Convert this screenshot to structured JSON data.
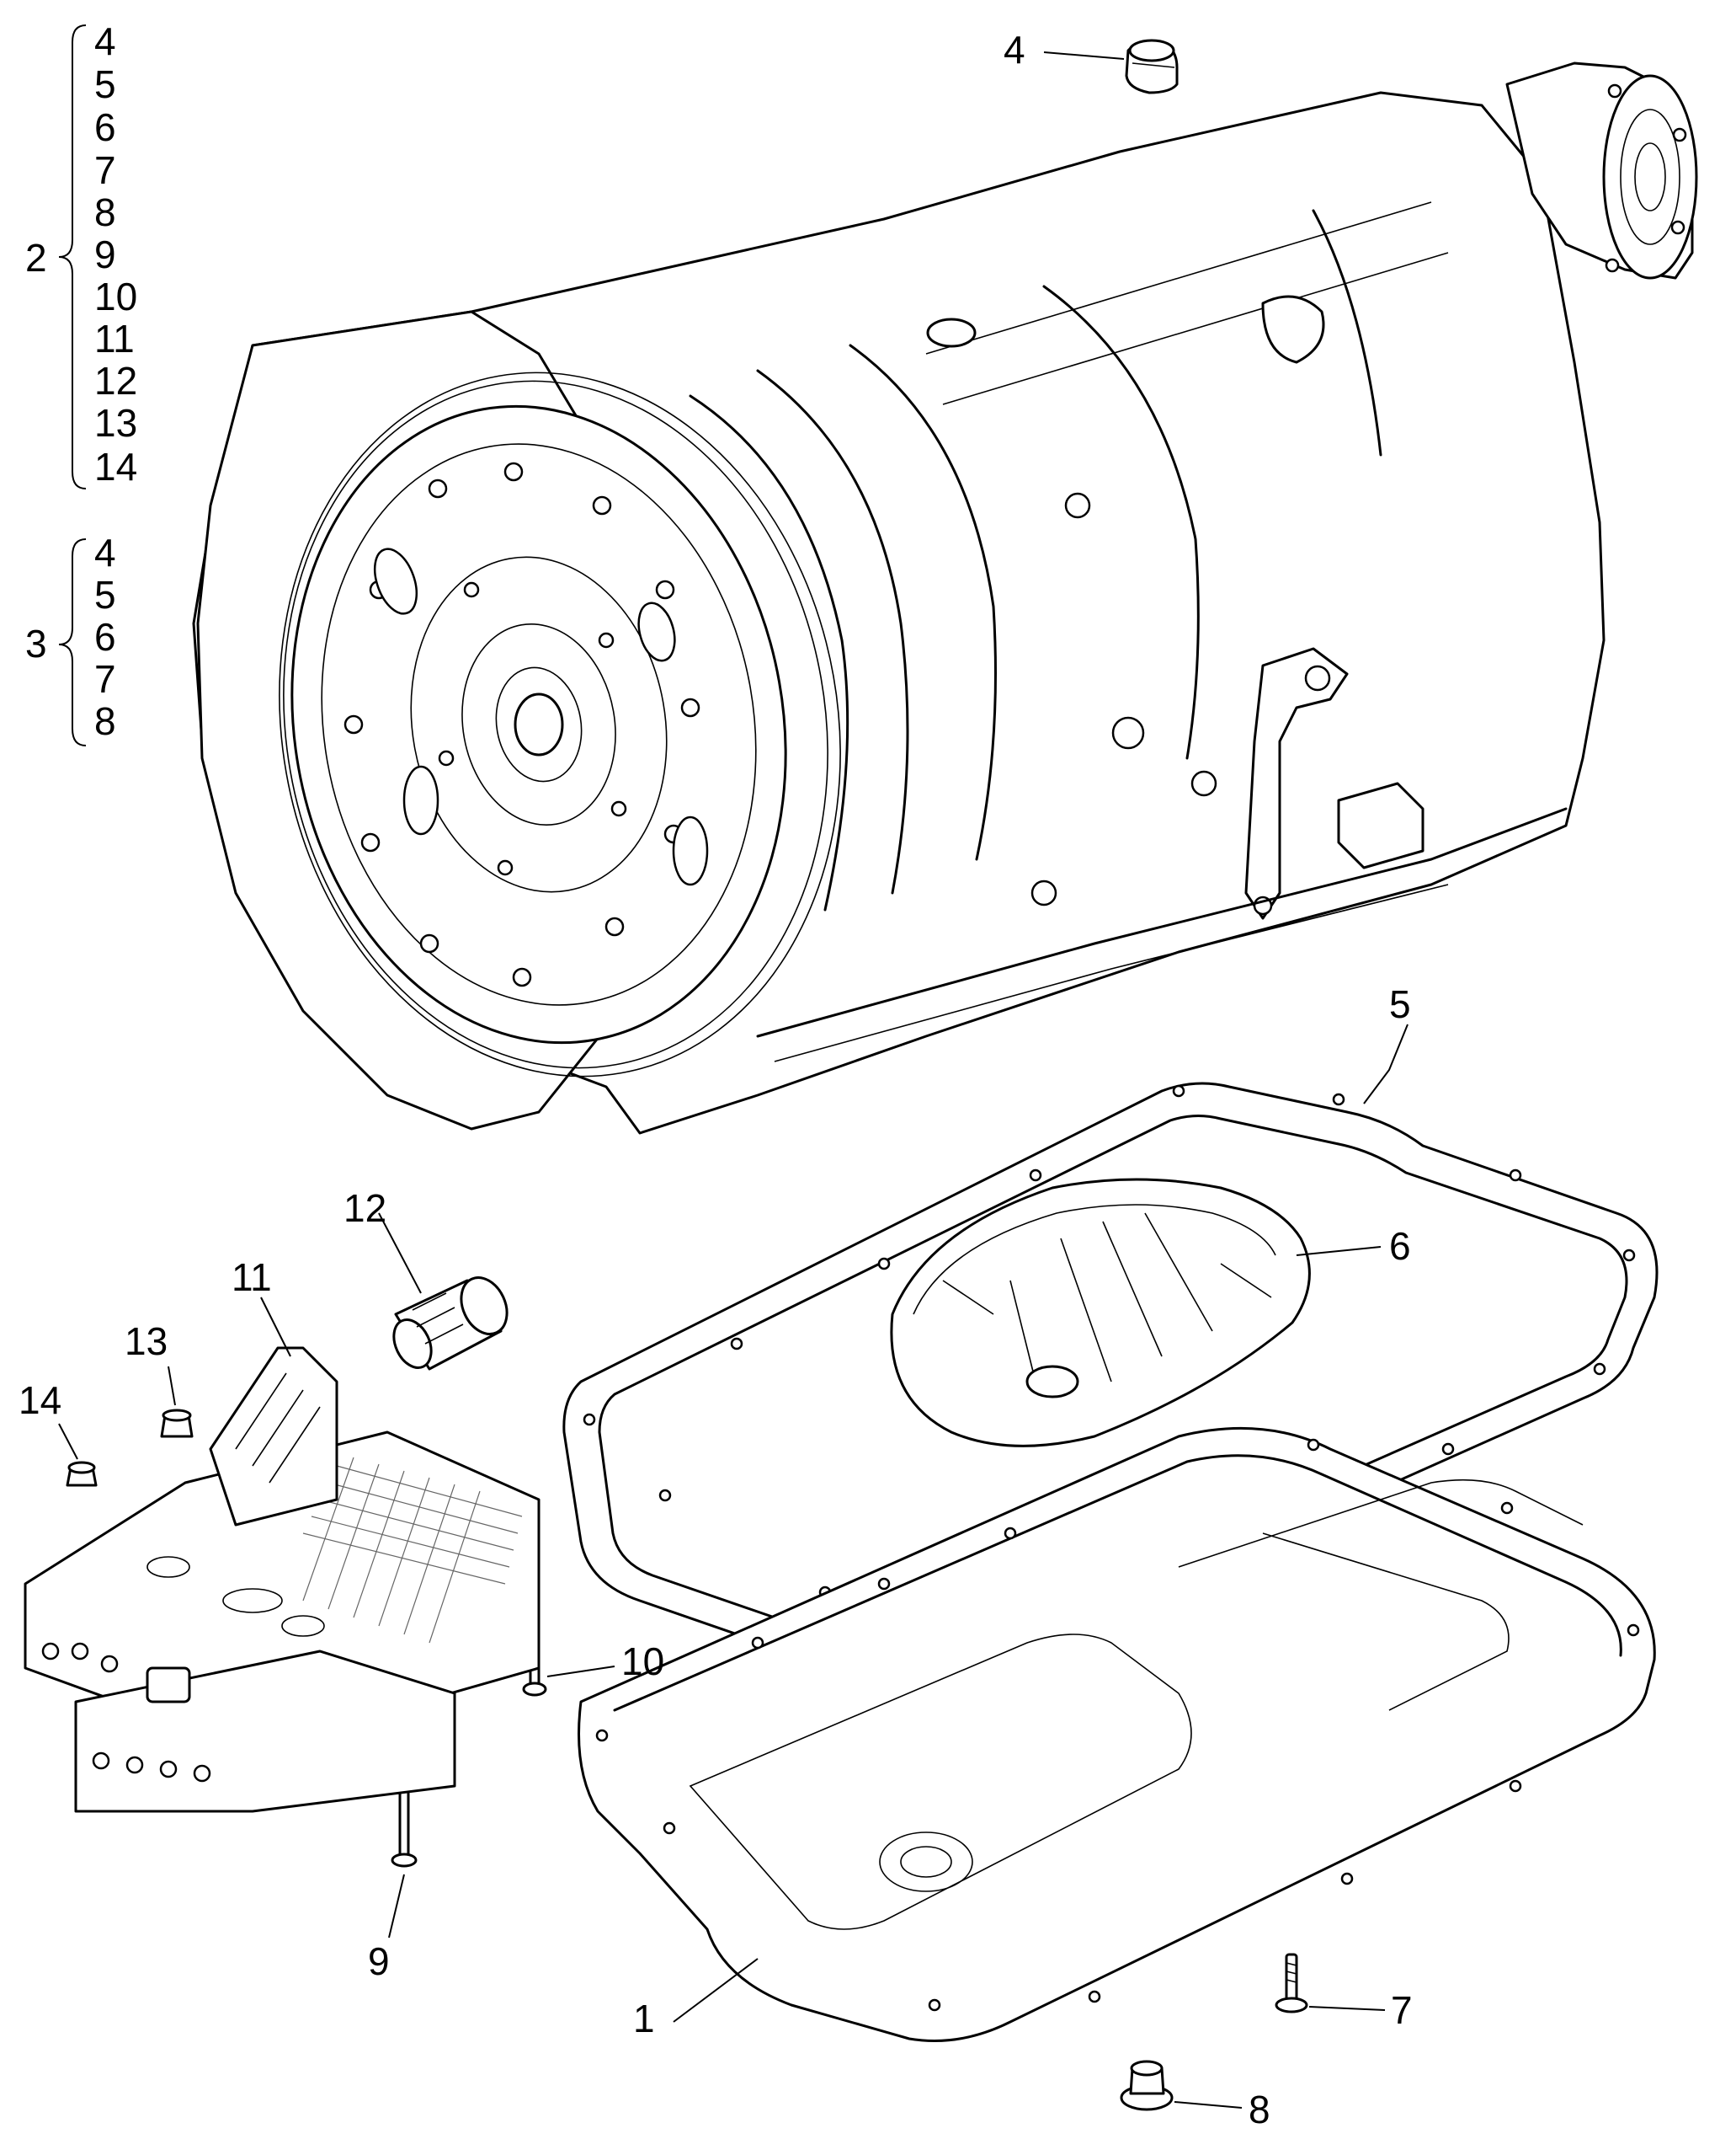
{
  "groups": [
    {
      "label": "2",
      "items": [
        "4",
        "5",
        "6",
        "7",
        "8",
        "9",
        "10",
        "11",
        "12",
        "13",
        "14"
      ]
    },
    {
      "label": "3",
      "items": [
        "4",
        "5",
        "6",
        "7",
        "8"
      ]
    }
  ],
  "callouts": {
    "c1": "1",
    "c4": "4",
    "c5": "5",
    "c6": "6",
    "c7": "7",
    "c8": "8",
    "c9": "9",
    "c10": "10",
    "c11": "11",
    "c12": "12",
    "c13": "13",
    "c14": "14"
  }
}
